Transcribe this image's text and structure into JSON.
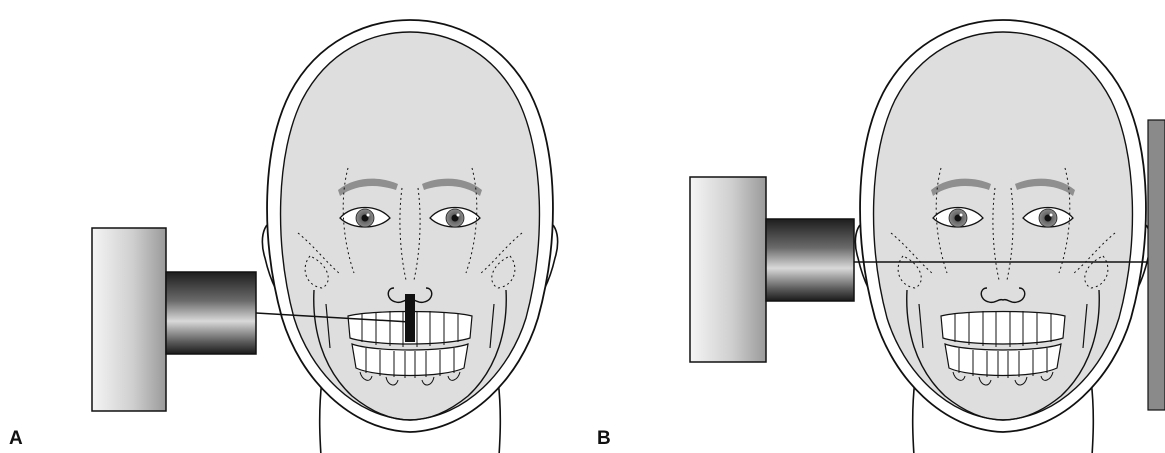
{
  "panels": [
    {
      "label": "A",
      "film": "intraoral"
    },
    {
      "label": "B",
      "film": "extraoral"
    }
  ],
  "colors": {
    "skin": "#dedede",
    "outline": "#111111",
    "brow": "#8f8f8f",
    "tube_light": "#f4f4f4",
    "tube_mid": "#b8b8b8",
    "tube_dark": "#3d3d3d",
    "cylinder_dark": "#2a2a2a",
    "receptor": "#8a8a8a"
  }
}
